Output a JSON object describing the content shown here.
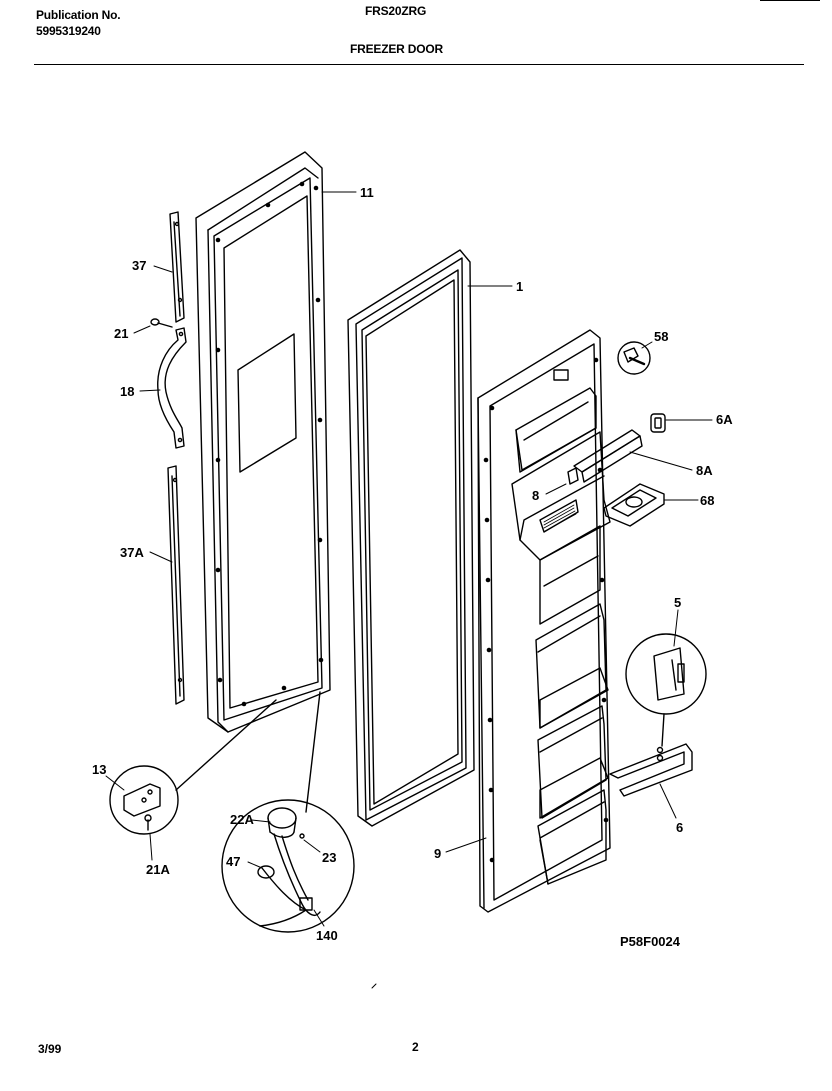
{
  "header": {
    "publication_label": "Publication No.",
    "publication_number": "5995319240",
    "model": "FRS20ZRG",
    "section_title": "FREEZER DOOR"
  },
  "callouts": {
    "c11": "11",
    "c1": "1",
    "c37": "37",
    "c21": "21",
    "c18": "18",
    "c37A": "37A",
    "c58": "58",
    "c6A": "6A",
    "c8A": "8A",
    "c8": "8",
    "c68": "68",
    "c5": "5",
    "c6": "6",
    "c9": "9",
    "c13": "13",
    "c21A": "21A",
    "c22A": "22A",
    "c23": "23",
    "c47": "47",
    "c140": "140"
  },
  "figure_code": "P58F0024",
  "footer": {
    "date": "3/99",
    "page": "2"
  }
}
